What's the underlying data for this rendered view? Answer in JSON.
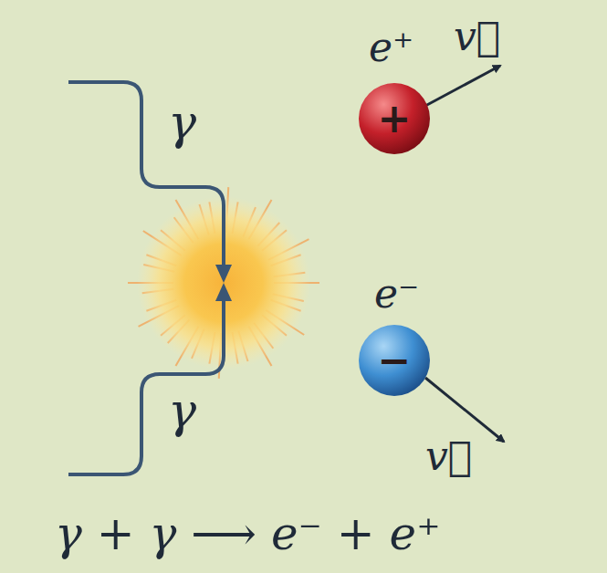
{
  "diagram": {
    "nodes": [
      {
        "text": [
          "+"
        ]
      },
      {
        "text": [
          "−"
        ]
      }
    ],
    "labels": [
      "γ",
      "e⁺",
      "v⃗",
      "e⁻",
      "γ",
      "v⃗",
      "γ + γ ⟶ e⁻ + e⁺"
    ]
  }
}
